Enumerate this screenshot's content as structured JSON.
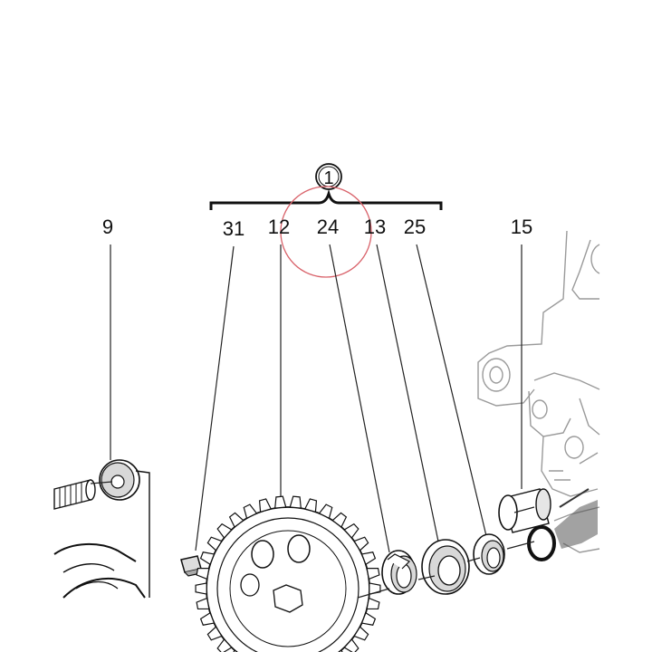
{
  "diagram": {
    "group_marker": "1",
    "callouts": {
      "c9": "9",
      "c31": "31",
      "c12": "12",
      "c24": "24",
      "c13": "13",
      "c25": "25",
      "c15": "15"
    },
    "highlight_color": "#d9636b",
    "line_color": "#222222",
    "housing_color": "#9a9a9a"
  }
}
